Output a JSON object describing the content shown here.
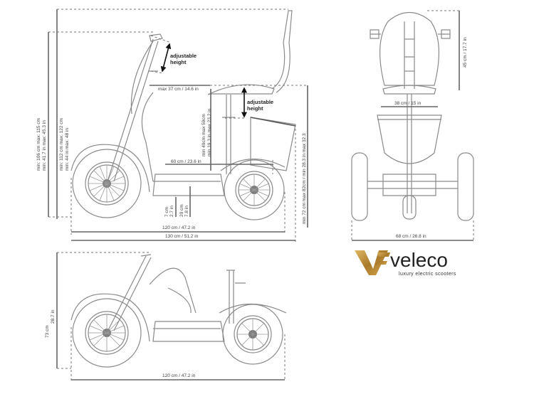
{
  "side_view": {
    "handle_height_cm": "min: 106 cm  max: 115 cm",
    "handle_height_in": "min: 41.7 in max: 45.3 in",
    "total_height_cm": "min: 112 cm  max: 122 cm",
    "total_height_in": "min: 44 in max: 48 in",
    "handle_adjust": "adjustable",
    "handle_adjust2": "height",
    "seat_adjust": "adjustable",
    "seat_adjust2": "height",
    "seat_distance": "max 37 cm / 14.6 in",
    "seat_height_cm": "min 49cm  max 59cm",
    "seat_height_in": "min 19.3 in max 23.2 in",
    "deck_length": "60 cm / 23.6 in",
    "ground_clearance_cm": "7 cm",
    "ground_clearance_in": "2.7 in",
    "deck_height_cm": "20 cm",
    "deck_height_in": "7.8 in",
    "seat_total_height": "min 72 cm max 82cm / min 28.3 in max 32.3",
    "wheelbase": "120 cm / 47.2 in",
    "total_length": "130 cm / 51.2 in"
  },
  "front_view": {
    "backrest_height": "45 cm / 17.7 in",
    "seat_width": "38 cm / 15 in",
    "total_width": "68 cm / 26.8 in"
  },
  "folded_view": {
    "height_cm": "73 cm",
    "height_in": "28.7 in",
    "length": "120 cm / 47.2 in"
  },
  "logo": {
    "brand": "veleco",
    "tagline": "luxury electric scooters",
    "gold": "#b8892e"
  }
}
